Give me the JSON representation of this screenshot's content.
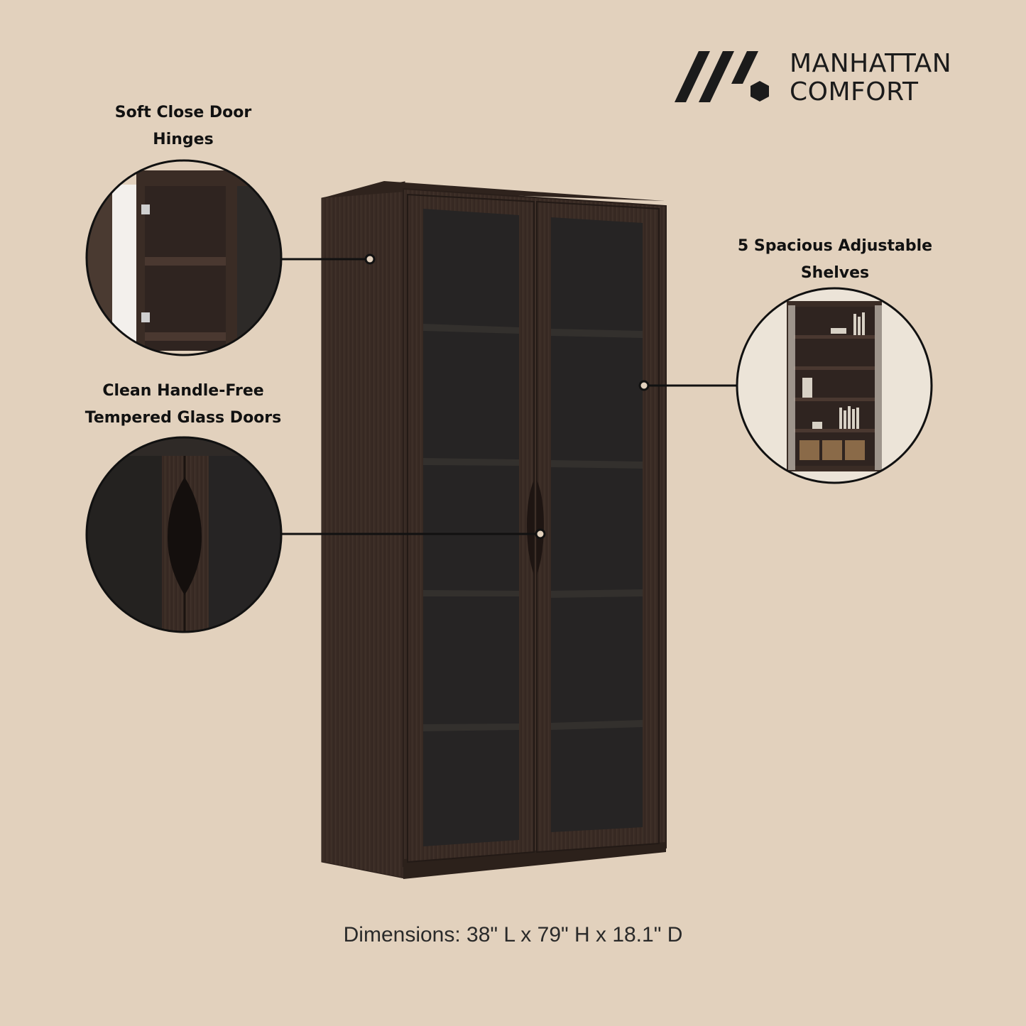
{
  "brand": {
    "line1": "MANHATTAN",
    "line2": "COMFORT",
    "logo_icon": "manhattan-comfort-logo-icon"
  },
  "features": {
    "hinges": {
      "line1": "Soft Close Door",
      "line2": "Hinges"
    },
    "doors": {
      "line1": "Clean Handle-Free",
      "line2": "Tempered Glass Doors"
    },
    "shelves": {
      "line1": "5 Spacious Adjustable",
      "line2": "Shelves"
    }
  },
  "dimensions": "Dimensions: 38\" L x 79\" H x 18.1\" D",
  "colors": {
    "background": "#e2d1bd",
    "wood": "#3a2c25",
    "glass": "#262424",
    "text": "#111111"
  }
}
